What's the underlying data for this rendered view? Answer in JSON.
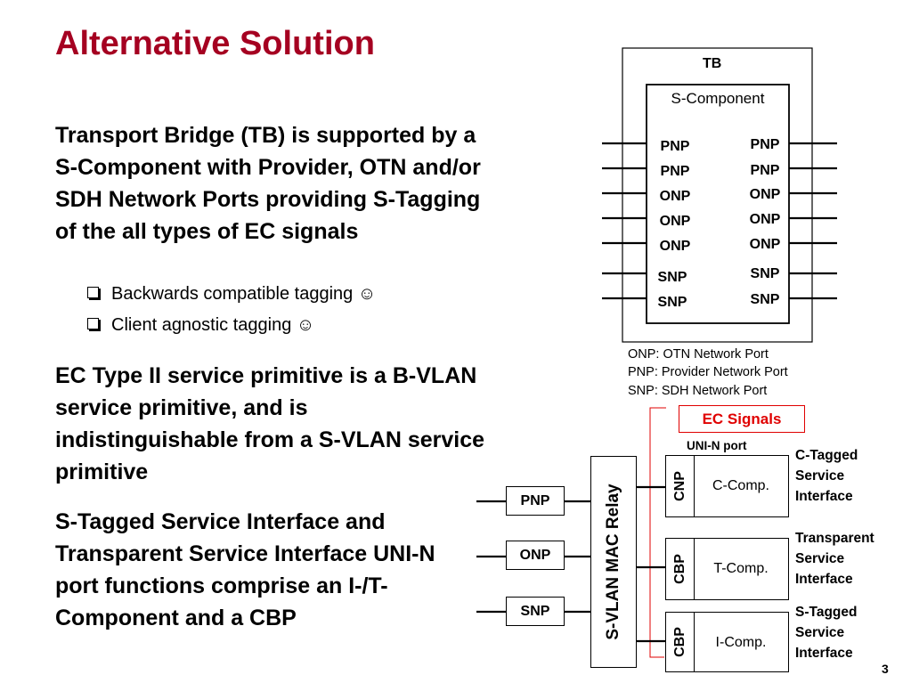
{
  "title": "Alternative Solution",
  "paragraph_1": "Transport Bridge (TB) is supported by a S-Component with Provider, OTN and/or SDH Network Ports providing S-Tagging of the all types of EC signals",
  "bullets": [
    "Backwards compatible tagging ☺",
    "Client agnostic tagging ☺"
  ],
  "paragraph_2": "EC Type II service primitive is a B-VLAN service primitive, and is indistinguishable from a S-VLAN service primitive",
  "paragraph_3": "S-Tagged Service Interface and Transparent Service Interface UNI-N port functions comprise an I-/T-Component and a CBP",
  "tb": {
    "label": "TB",
    "component": "S-Component",
    "left_ports": [
      "PNP",
      "PNP",
      "ONP",
      "ONP",
      "ONP",
      "SNP",
      "SNP"
    ],
    "right_ports": [
      "PNP",
      "PNP",
      "ONP",
      "ONP",
      "ONP",
      "SNP",
      "SNP"
    ]
  },
  "legend": [
    "ONP: OTN Network Port",
    "PNP: Provider Network Port",
    "SNP: SDH Network Port"
  ],
  "ec_signals": "EC Signals",
  "uni_n_port": "UNI-N port",
  "relay": {
    "label": "S-VLAN MAC Relay",
    "ports": [
      "PNP",
      "ONP",
      "SNP"
    ]
  },
  "components": [
    {
      "port": "CNP",
      "name": "C-Comp.",
      "interface": [
        "C-Tagged",
        "Service",
        "Interface"
      ]
    },
    {
      "port": "CBP",
      "name": "T-Comp.",
      "interface": [
        "Transparent",
        "Service",
        "Interface"
      ]
    },
    {
      "port": "CBP",
      "name": "I-Comp.",
      "interface": [
        "S-Tagged",
        "Service",
        "Interface"
      ]
    }
  ],
  "page_number": "3",
  "colors": {
    "title": "#a50021",
    "ec_signals": "#e00000",
    "bracket": "#e00000"
  }
}
